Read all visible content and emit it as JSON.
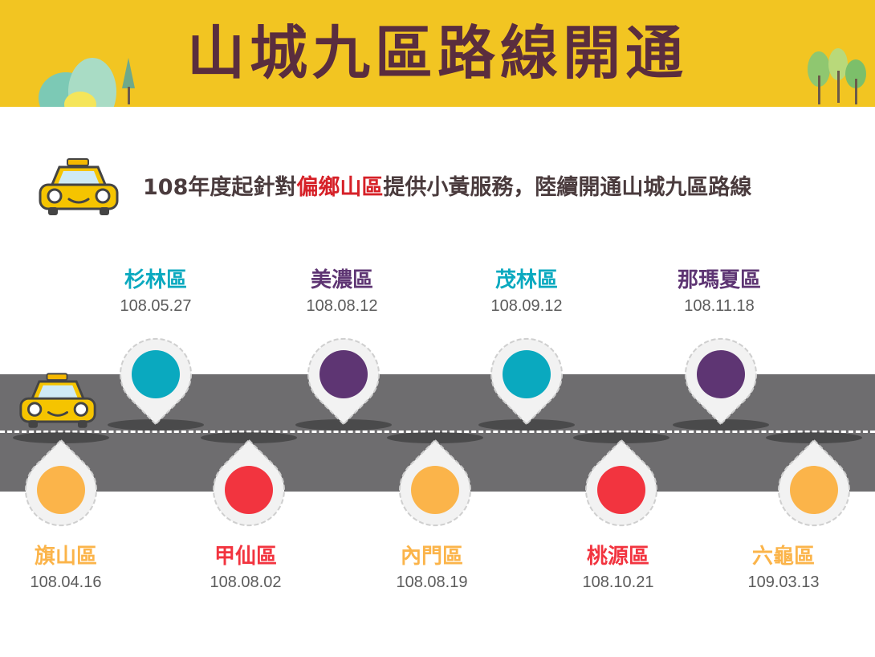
{
  "header": {
    "title": "山城九區路線開通"
  },
  "intro": {
    "text_before": "108年度起針對",
    "highlight": "偏鄉山區",
    "text_after": "提供小黃服務，陸續開通山城九區路線",
    "highlight_color": "#d62128"
  },
  "colors": {
    "banner": "#f2c522",
    "title": "#5a2d3e",
    "teal": "#0aa9bf",
    "purple": "#5e3573",
    "orange": "#fbb44a",
    "red": "#f2343f",
    "road": "#6e6d6f"
  },
  "timeline": {
    "top": [
      {
        "name": "杉林區",
        "date": "108.05.27",
        "color": "#0aa9bf"
      },
      {
        "name": "美濃區",
        "date": "108.08.12",
        "color": "#5e3573"
      },
      {
        "name": "茂林區",
        "date": "108.09.12",
        "color": "#0aa9bf"
      },
      {
        "name": "那瑪夏區",
        "date": "108.11.18",
        "color": "#5e3573"
      }
    ],
    "bottom": [
      {
        "name": "旗山區",
        "date": "108.04.16",
        "color": "#fbb44a"
      },
      {
        "name": "甲仙區",
        "date": "108.08.02",
        "color": "#f2343f"
      },
      {
        "name": "內門區",
        "date": "108.08.19",
        "color": "#fbb44a"
      },
      {
        "name": "桃源區",
        "date": "108.10.21",
        "color": "#f2343f"
      },
      {
        "name": "六龜區",
        "date": "109.03.13",
        "color": "#fbb44a"
      }
    ]
  },
  "icons": {
    "taxi": "taxi-icon",
    "pin": "map-pin-icon",
    "hills": "hills-icon",
    "trees": "trees-icon"
  }
}
